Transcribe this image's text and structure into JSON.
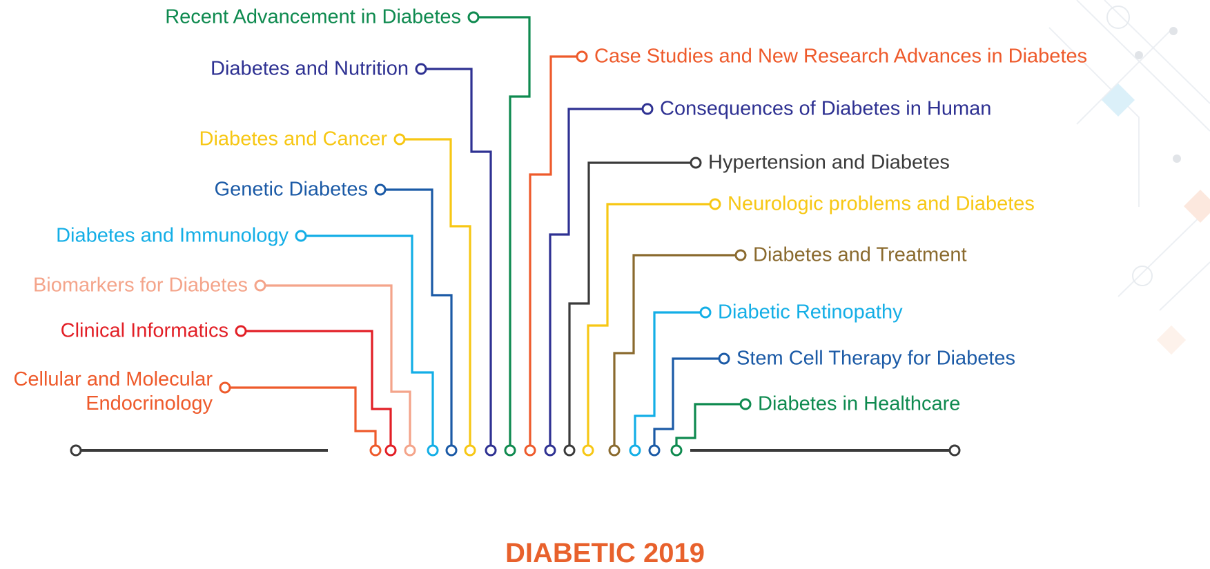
{
  "title": "DIABETIC 2019",
  "topics": [
    {
      "label": "Recent Advancement in Diabetes",
      "color": "#0e8a4f"
    },
    {
      "label": "Diabetes and Nutrition",
      "color": "#2e3192"
    },
    {
      "label": "Diabetes and Cancer",
      "color": "#f7c714"
    },
    {
      "label": "Genetic Diabetes",
      "color": "#1b5aa6"
    },
    {
      "label": "Diabetes and Immunology",
      "color": "#13aee6"
    },
    {
      "label": "Biomarkers for Diabetes",
      "color": "#f4a48a"
    },
    {
      "label": "Clinical Informatics",
      "color": "#e21f26"
    },
    {
      "label": "Cellular and Molecular\nEndocrinology",
      "color": "#ee5a2b"
    },
    {
      "label": "Case Studies and New Research Advances in Diabetes",
      "color": "#ee5a2b"
    },
    {
      "label": "Consequences of Diabetes in Human",
      "color": "#2e3192"
    },
    {
      "label": "Hypertension and Diabetes",
      "color": "#3a3a3a"
    },
    {
      "label": "Neurologic problems and Diabetes",
      "color": "#f7c714"
    },
    {
      "label": "Diabetes and Treatment",
      "color": "#8a6a2e"
    },
    {
      "label": "Diabetic Retinopathy",
      "color": "#13aee6"
    },
    {
      "label": "Stem Cell Therapy for Diabetes",
      "color": "#1b5aa6"
    },
    {
      "label": "Diabetes in Healthcare",
      "color": "#0e8a4f"
    }
  ],
  "baseline_color": "#3a3a3a"
}
